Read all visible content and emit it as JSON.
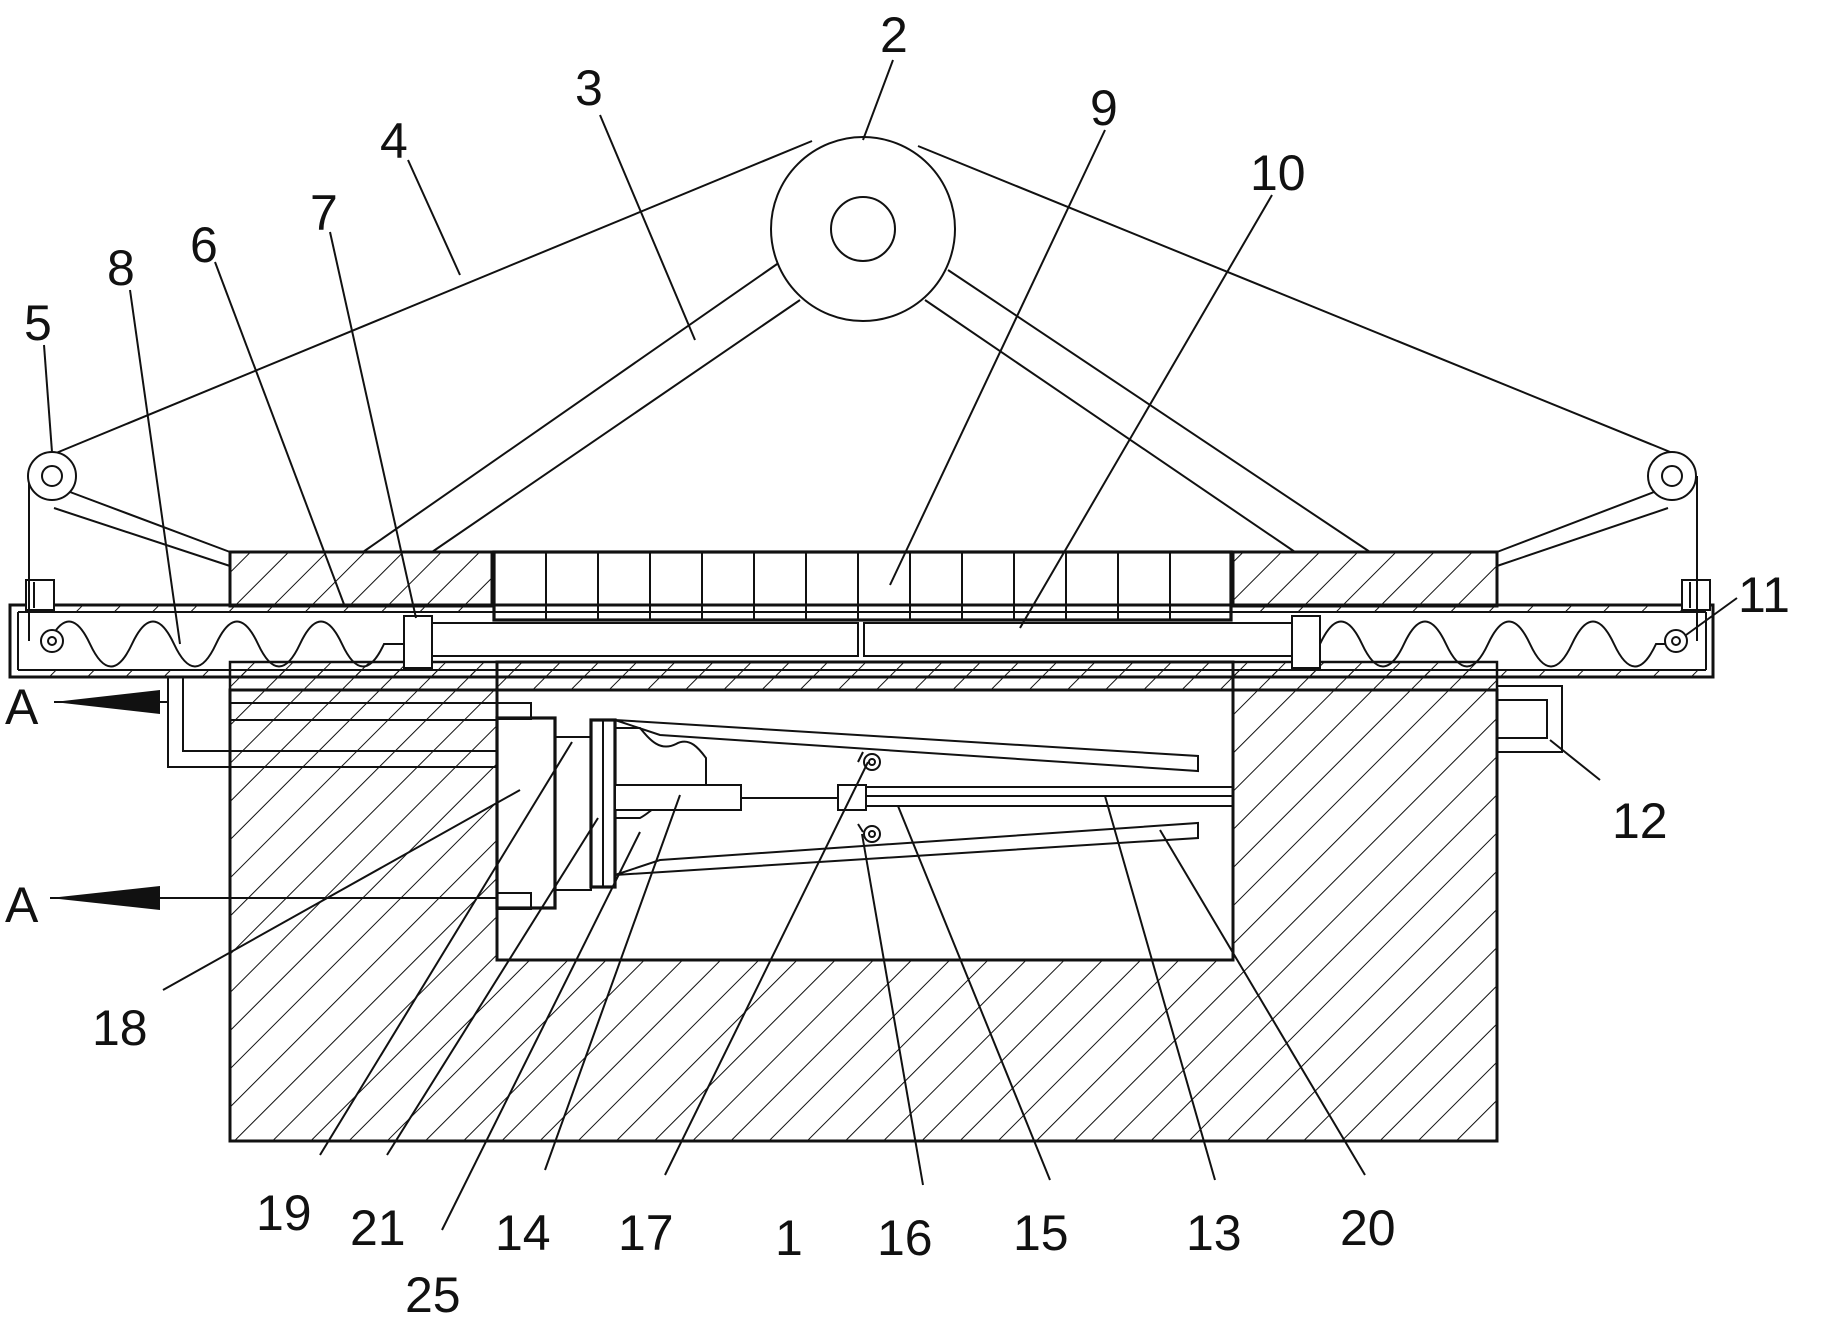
{
  "figure": {
    "section_marks": [
      {
        "id": "upper",
        "text": "A"
      },
      {
        "id": "lower",
        "text": "A"
      }
    ],
    "part_labels": [
      {
        "id": "p1",
        "text": "1"
      },
      {
        "id": "p2",
        "text": "2"
      },
      {
        "id": "p3",
        "text": "3"
      },
      {
        "id": "p4",
        "text": "4"
      },
      {
        "id": "p5",
        "text": "5"
      },
      {
        "id": "p6",
        "text": "6"
      },
      {
        "id": "p7",
        "text": "7"
      },
      {
        "id": "p8",
        "text": "8"
      },
      {
        "id": "p9",
        "text": "9"
      },
      {
        "id": "p10",
        "text": "10"
      },
      {
        "id": "p11",
        "text": "11"
      },
      {
        "id": "p12",
        "text": "12"
      },
      {
        "id": "p13",
        "text": "13"
      },
      {
        "id": "p14",
        "text": "14"
      },
      {
        "id": "p15",
        "text": "15"
      },
      {
        "id": "p16",
        "text": "16"
      },
      {
        "id": "p17",
        "text": "17"
      },
      {
        "id": "p18",
        "text": "18"
      },
      {
        "id": "p19",
        "text": "19"
      },
      {
        "id": "p20",
        "text": "20"
      },
      {
        "id": "p21",
        "text": "21"
      },
      {
        "id": "p25",
        "text": "25"
      }
    ]
  }
}
